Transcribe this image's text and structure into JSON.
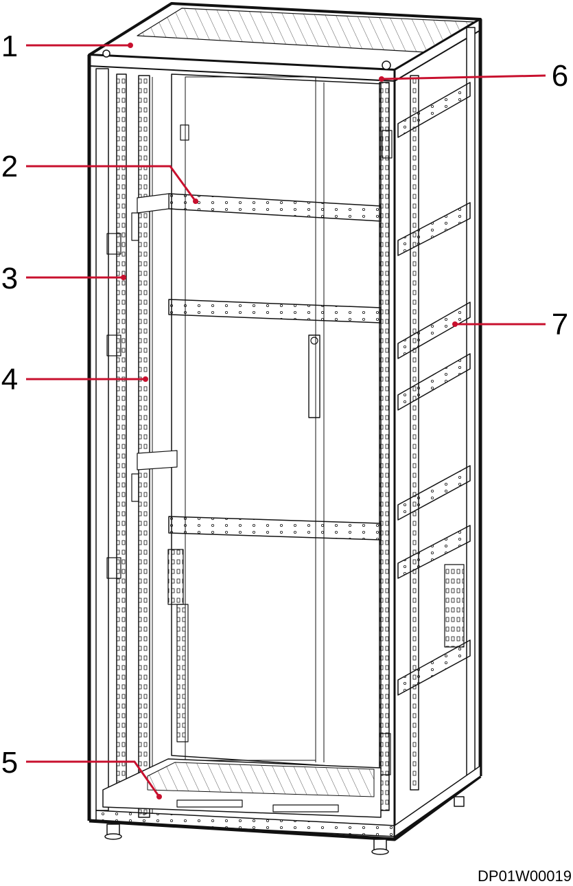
{
  "figure": {
    "code": "DP01W00019",
    "leader_color": "#c8102e",
    "line_color": "#111111",
    "callouts": [
      {
        "id": "1",
        "label": "1"
      },
      {
        "id": "2",
        "label": "2"
      },
      {
        "id": "3",
        "label": "3"
      },
      {
        "id": "4",
        "label": "4"
      },
      {
        "id": "5",
        "label": "5"
      },
      {
        "id": "6",
        "label": "6"
      },
      {
        "id": "7",
        "label": "7"
      }
    ]
  }
}
